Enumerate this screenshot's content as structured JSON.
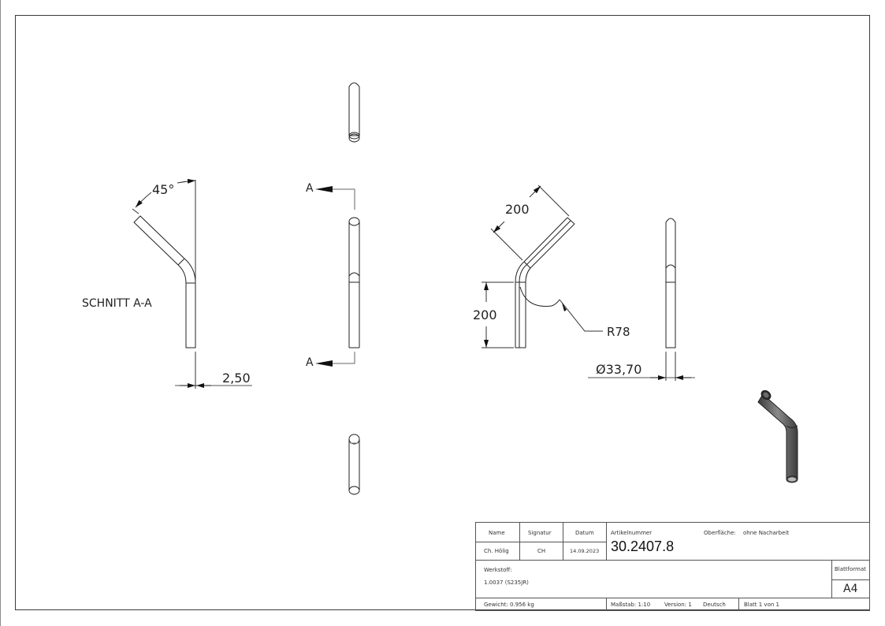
{
  "drawing": {
    "section_label": "SCHNITT A-A",
    "section_marker": "A",
    "dimensions": {
      "angle": "45°",
      "wall_thickness": "2,50",
      "leg_length_angled": "200",
      "leg_length_vertical": "200",
      "bend_radius": "R78",
      "diameter": "Ø33,70"
    }
  },
  "title_block": {
    "headers": {
      "name": "Name",
      "signature": "Signatur",
      "date": "Datum"
    },
    "values": {
      "name": "Ch. Hölig",
      "signature": "CH",
      "date": "14.09.2023"
    },
    "article_label": "Artikelnummer",
    "article_number": "30.2407.8",
    "surface_label": "Oberfläche:",
    "surface_value": "ohne Nacharbeit",
    "material_label": "Werkstoff:",
    "material_value": "1.0037 (S235JR)",
    "sheet_format_label": "Blattformat",
    "sheet_format_value": "A4",
    "weight": "Gewicht: 0.956 kg",
    "scale": "Maßstab: 1:10",
    "version": "Version: 1",
    "language": "Deutsch",
    "sheet": "Blatt 1 von 1"
  },
  "colors": {
    "line": "#222222",
    "dim_line": "#555555",
    "iso_fill": "#5a5a5a"
  }
}
